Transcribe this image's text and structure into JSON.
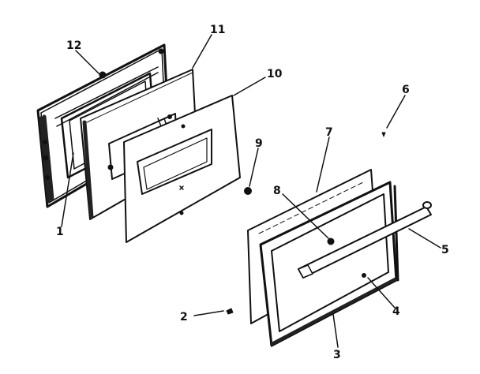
{
  "diagram": {
    "callouts": [
      {
        "id": "c1",
        "text": "1"
      },
      {
        "id": "c2",
        "text": "2"
      },
      {
        "id": "c3",
        "text": "3"
      },
      {
        "id": "c4",
        "text": "4"
      },
      {
        "id": "c5",
        "text": "5"
      },
      {
        "id": "c6",
        "text": "6"
      },
      {
        "id": "c7",
        "text": "7"
      },
      {
        "id": "c8",
        "text": "8"
      },
      {
        "id": "c9",
        "text": "9"
      },
      {
        "id": "c10",
        "text": "10"
      },
      {
        "id": "c11",
        "text": "11"
      },
      {
        "id": "c12",
        "text": "12"
      }
    ],
    "colors": {
      "ink": "#111111",
      "paper": "#ffffff"
    }
  }
}
